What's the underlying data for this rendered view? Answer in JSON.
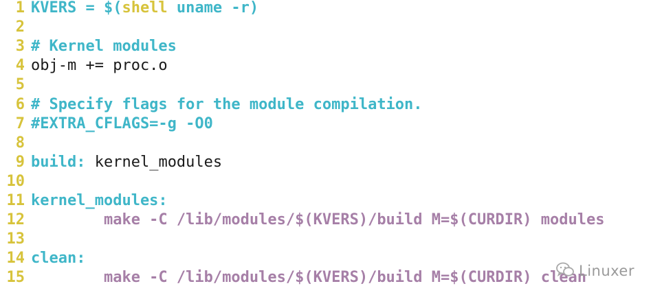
{
  "editor": {
    "lines": [
      {
        "num": "1",
        "segments": [
          {
            "text": "KVERS = $(",
            "cls": "t-target"
          },
          {
            "text": "shell",
            "cls": "t-kw"
          },
          {
            "text": " uname -r)",
            "cls": "t-target"
          }
        ]
      },
      {
        "num": "2",
        "segments": []
      },
      {
        "num": "3",
        "segments": [
          {
            "text": "# Kernel modules",
            "cls": "t-target"
          }
        ]
      },
      {
        "num": "4",
        "segments": [
          {
            "text": "obj-m += proc.o",
            "cls": "t-plain"
          }
        ]
      },
      {
        "num": "5",
        "segments": []
      },
      {
        "num": "6",
        "segments": [
          {
            "text": "# Specify flags for the module compilation.",
            "cls": "t-target"
          }
        ]
      },
      {
        "num": "7",
        "segments": [
          {
            "text": "#EXTRA_CFLAGS=-g -O0",
            "cls": "t-target"
          }
        ]
      },
      {
        "num": "8",
        "segments": []
      },
      {
        "num": "9",
        "segments": [
          {
            "text": "build:",
            "cls": "t-target"
          },
          {
            "text": " kernel_modules",
            "cls": "t-plain"
          }
        ]
      },
      {
        "num": "10",
        "segments": []
      },
      {
        "num": "11",
        "segments": [
          {
            "text": "kernel_modules:",
            "cls": "t-target"
          }
        ]
      },
      {
        "num": "12",
        "segments": [
          {
            "text": "        make -C /lib/modules/$(KVERS)/build M=$(CURDIR) modules",
            "cls": "t-cmd"
          }
        ]
      },
      {
        "num": "13",
        "segments": []
      },
      {
        "num": "14",
        "segments": [
          {
            "text": "clean:",
            "cls": "t-target"
          }
        ]
      },
      {
        "num": "15",
        "segments": [
          {
            "text": "        make -C /lib/modules/$(KVERS)/build M=$(CURDIR) clean",
            "cls": "t-cmd"
          }
        ]
      }
    ]
  },
  "watermark": {
    "text": "Linuxer",
    "icon": "wechat-icon"
  }
}
